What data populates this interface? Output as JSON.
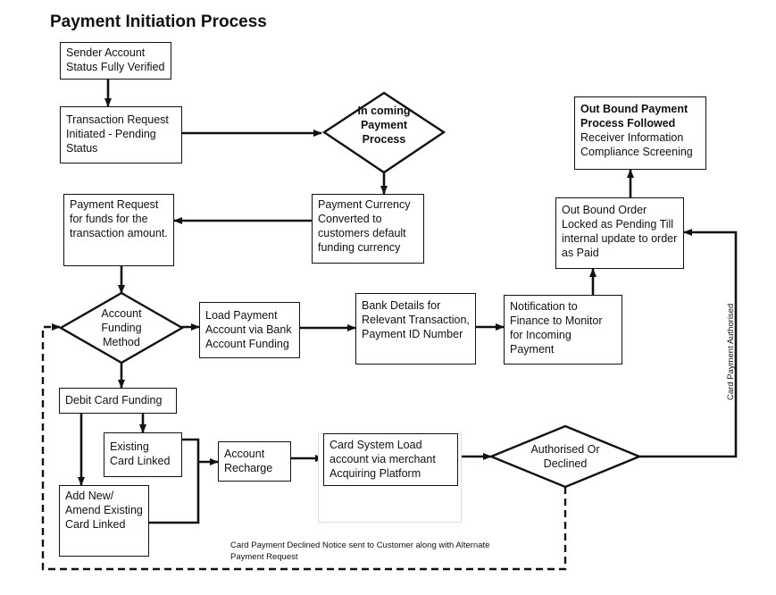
{
  "title": "Payment Initiation Process",
  "nodes": {
    "sender_status": "Sender Account Status Fully Verified",
    "transaction_request": "Transaction Request Initiated  - Pending Status",
    "incoming_payment": "In coming Payment Process",
    "currency_converted": "Payment Currency Converted to customers default funding currency",
    "payment_request": "Payment Request for funds for the transaction amount.",
    "funding_method": "Account Funding Method",
    "load_payment": "Load Payment Account via Bank Account Funding",
    "bank_details": "Bank Details for Relevant Transaction, Payment ID Number",
    "notification": "Notification to Finance to Monitor for Incoming Payment",
    "outbound_order": "Out Bound Order Locked as Pending Till internal update to order as Paid",
    "outbound_title": "Out Bound Payment Process Followed",
    "outbound_body": "Receiver  Information Compliance Screening",
    "debit_card": "Debit Card Funding",
    "existing_card": "Existing Card Linked",
    "add_new_card": "Add New/ Amend Existing Card Linked",
    "account_recharge": "Account Recharge",
    "card_system": "Card System Load account via  merchant Acquiring Platform",
    "authorised_declined": "Authorised Or Declined"
  },
  "labels": {
    "card_authorised": "Card Payment Authorised",
    "card_declined": "Card Payment Declined Notice sent to Customer along with Alternate Payment Request"
  }
}
